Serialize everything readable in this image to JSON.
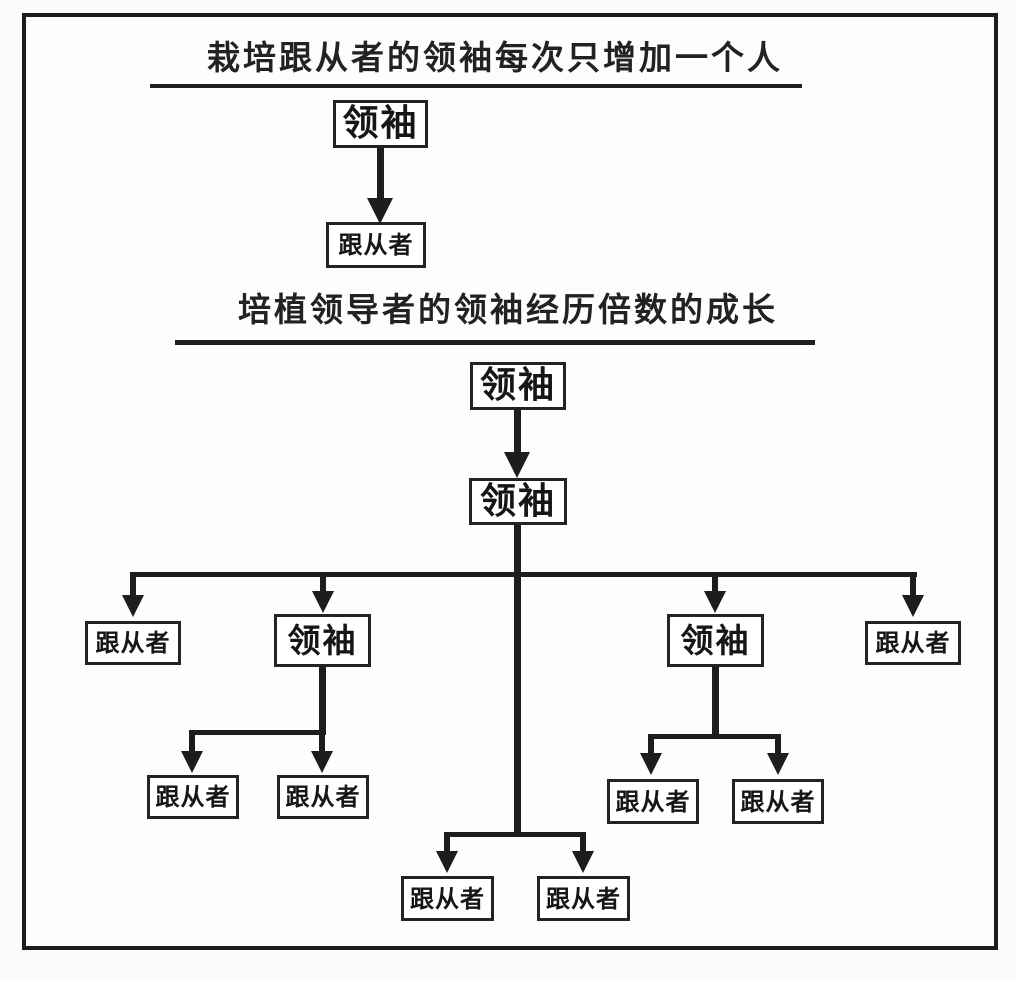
{
  "page": {
    "background_color": "#fdfdfc",
    "ink_color": "#1d1d1d",
    "border_color": "#1d1d1d"
  },
  "diagram": {
    "section1": {
      "title": "栽培跟从者的领袖每次只增加一个人",
      "leader": "领袖",
      "follower": "跟从者"
    },
    "section2": {
      "title": "培植领导者的领袖经历倍数的成长",
      "leader_root": "领袖",
      "leader_child": "领袖",
      "level3": [
        "跟从者",
        "领袖",
        "领袖",
        "跟从者"
      ],
      "left_grandchildren": [
        "跟从者",
        "跟从者"
      ],
      "right_grandchildren": [
        "跟从者",
        "跟从者"
      ],
      "center_grandchildren": [
        "跟从者",
        "跟从者"
      ]
    }
  }
}
